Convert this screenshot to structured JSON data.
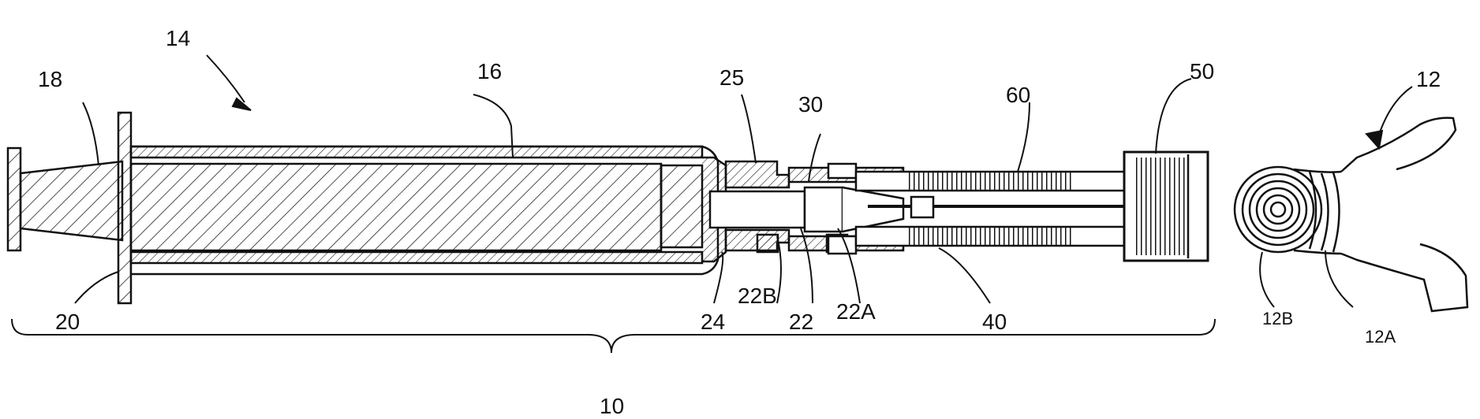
{
  "labels": {
    "device": "10",
    "tooth": "12",
    "tooth_b": "12B",
    "tooth_a": "12A",
    "syringe": "14",
    "barrel": "16",
    "plunger_end": "18",
    "flange": "20",
    "tip": "22",
    "tip_a": "22A",
    "tip_b": "22B",
    "nozzle": "24",
    "collar": "25",
    "connector": "30",
    "wire": "40",
    "cap": "50",
    "sleeve": "60"
  }
}
